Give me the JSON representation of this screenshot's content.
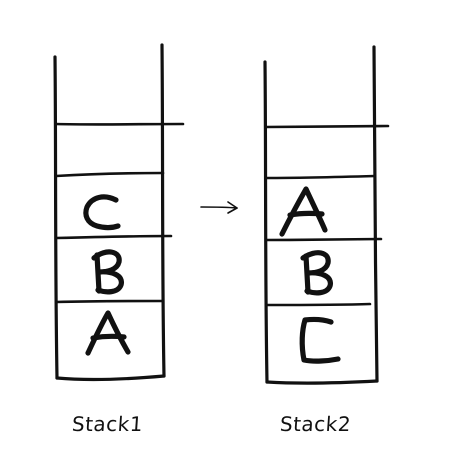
{
  "stacks": [
    {
      "label": "Stack1",
      "items_top_to_bottom": [
        "C",
        "B",
        "A"
      ]
    },
    {
      "label": "Stack2",
      "items_top_to_bottom": [
        "A",
        "B",
        "C"
      ]
    }
  ],
  "ink_color": "#111111",
  "background_color": "#ffffff"
}
